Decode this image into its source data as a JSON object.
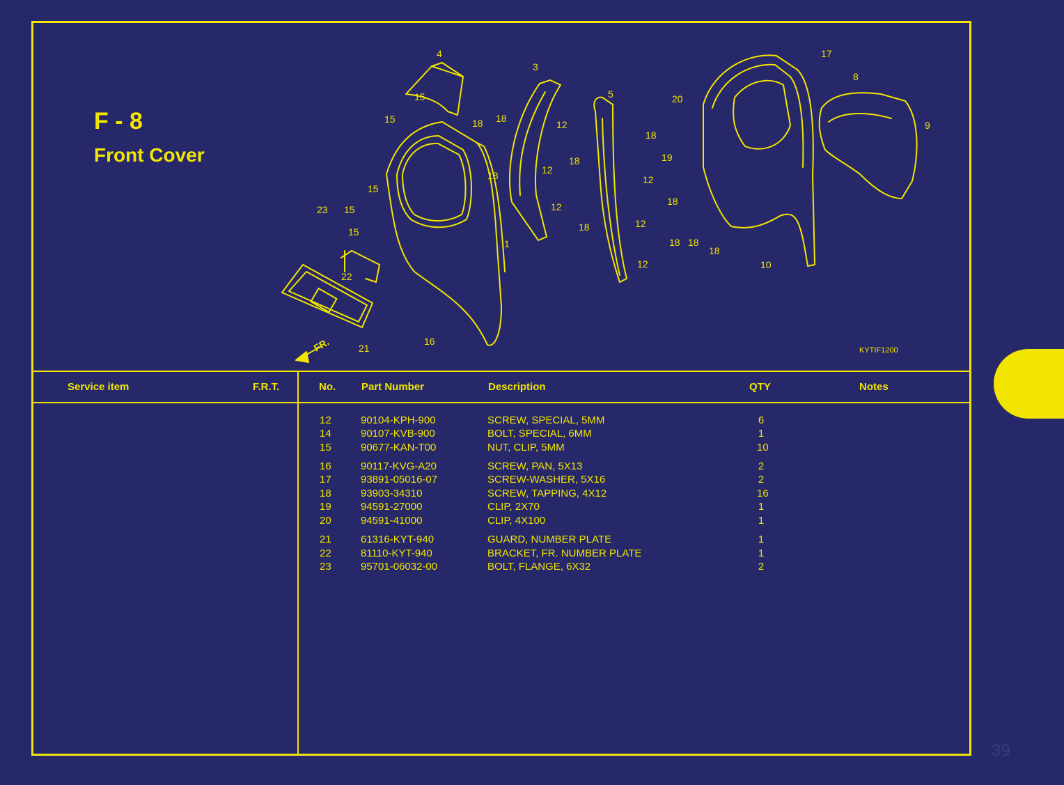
{
  "figure": {
    "id": "F - 8",
    "title": "Front Cover",
    "ref_code": "KYTIF1200",
    "callouts": [
      "4",
      "3",
      "5",
      "17",
      "8",
      "9",
      "20",
      "15",
      "15",
      "15",
      "15",
      "15",
      "18",
      "18",
      "18",
      "18",
      "18",
      "18",
      "18",
      "18",
      "18",
      "18",
      "12",
      "12",
      "12",
      "12",
      "12",
      "12",
      "19",
      "23",
      "22",
      "1",
      "10",
      "21",
      "16"
    ],
    "front_label": "FR."
  },
  "table": {
    "headers": {
      "service_item": "Service item",
      "frt": "F.R.T.",
      "no": "No.",
      "part_number": "Part Number",
      "description": "Description",
      "qty": "QTY",
      "notes": "Notes"
    },
    "rows": [
      {
        "no": "12",
        "part_number": "90104-KPH-900",
        "description": "SCREW, SPECIAL, 5MM",
        "qty": "6"
      },
      {
        "no": "14",
        "part_number": "90107-KVB-900",
        "description": "BOLT, SPECIAL, 6MM",
        "qty": "1"
      },
      {
        "no": "15",
        "part_number": "90677-KAN-T00",
        "description": "NUT, CLIP, 5MM",
        "qty": "10"
      },
      {
        "no": "16",
        "part_number": "90117-KVG-A20",
        "description": "SCREW, PAN, 5X13",
        "qty": "2"
      },
      {
        "no": "17",
        "part_number": "93891-05016-07",
        "description": "SCREW-WASHER, 5X16",
        "qty": "2"
      },
      {
        "no": "18",
        "part_number": "93903-34310",
        "description": "SCREW, TAPPING, 4X12",
        "qty": "16"
      },
      {
        "no": "19",
        "part_number": "94591-27000",
        "description": "CLIP, 2X70",
        "qty": "1"
      },
      {
        "no": "20",
        "part_number": "94591-41000",
        "description": "CLIP, 4X100",
        "qty": "1"
      },
      {
        "no": "21",
        "part_number": "61316-KYT-940",
        "description": "GUARD, NUMBER PLATE",
        "qty": "1"
      },
      {
        "no": "22",
        "part_number": "81110-KYT-940",
        "description": "BRACKET, FR. NUMBER PLATE",
        "qty": "1"
      },
      {
        "no": "23",
        "part_number": "95701-06032-00",
        "description": "BOLT, FLANGE, 6X32",
        "qty": "2"
      }
    ]
  },
  "page_number": "39",
  "colors": {
    "background": "#272869",
    "accent": "#f2e600"
  }
}
